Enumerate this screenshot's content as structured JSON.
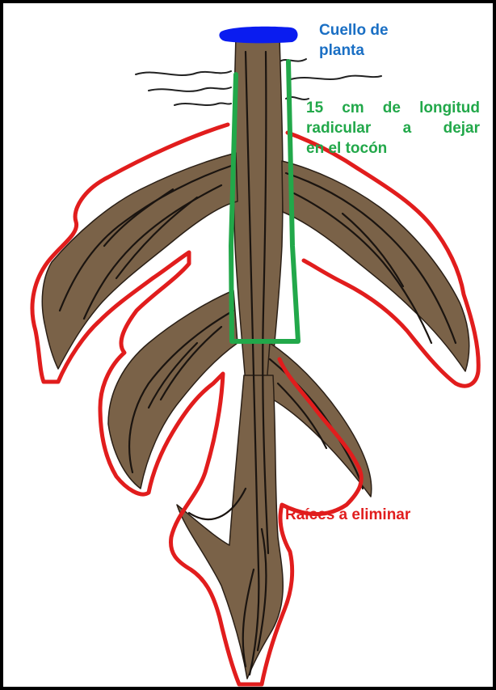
{
  "labels": {
    "collar": {
      "lines": [
        "Cuello de",
        "planta"
      ]
    },
    "keep": {
      "lines": [
        "15 cm de longitud",
        "radicular a dejar",
        "en el tocón"
      ]
    },
    "remove": {
      "text": "Raíces a eliminar"
    }
  },
  "colors": {
    "collar": "#1a6fc4",
    "keep": "#22a84a",
    "remove": "#e11d1d",
    "root_fill": "#7a6248",
    "root_lines": "#1a1410",
    "ground_lines": "#222222",
    "collar_cap": "#0a1cf0",
    "border": "#000000"
  }
}
